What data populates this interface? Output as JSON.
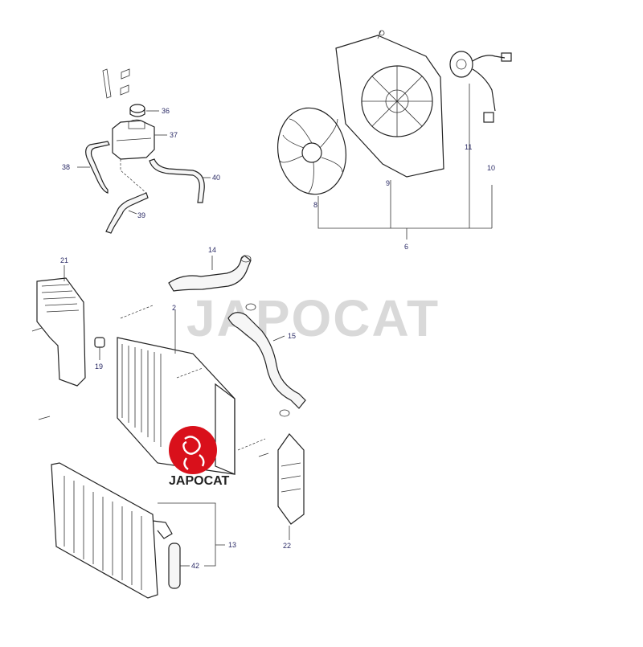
{
  "watermark": {
    "text": "JAPOCAT"
  },
  "logo": {
    "text": "JAPOCAT",
    "color": "#d9101b"
  },
  "callouts": [
    {
      "id": "c36",
      "label": "36"
    },
    {
      "id": "c37",
      "label": "37"
    },
    {
      "id": "c38",
      "label": "38"
    },
    {
      "id": "c39",
      "label": "39"
    },
    {
      "id": "c40",
      "label": "40"
    },
    {
      "id": "c8",
      "label": "8"
    },
    {
      "id": "c9",
      "label": "9"
    },
    {
      "id": "c11",
      "label": "11"
    },
    {
      "id": "c10",
      "label": "10"
    },
    {
      "id": "c6",
      "label": "6"
    },
    {
      "id": "c21",
      "label": "21"
    },
    {
      "id": "c14",
      "label": "14"
    },
    {
      "id": "c2",
      "label": "2"
    },
    {
      "id": "c15",
      "label": "15"
    },
    {
      "id": "c19",
      "label": "19"
    },
    {
      "id": "c13",
      "label": "13"
    },
    {
      "id": "c42",
      "label": "42"
    },
    {
      "id": "c22",
      "label": "22"
    }
  ]
}
